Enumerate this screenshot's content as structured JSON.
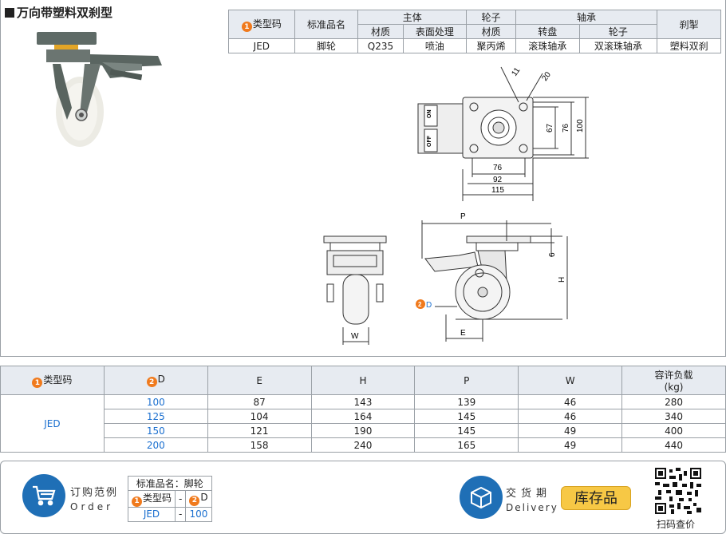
{
  "title": "万向带塑料双刹型",
  "spec_table": {
    "headers_row1": {
      "type_code": "类型码",
      "standard_name": "标准品名",
      "body": "主体",
      "wheel": "轮子",
      "bearing": "轴承",
      "brake": "刹掣"
    },
    "headers_row2": {
      "material": "材质",
      "surface": "表面处理",
      "wheel_material": "材质",
      "swivel": "转盘",
      "wheel_bearing": "轮子"
    },
    "row": {
      "type_code": "JED",
      "standard_name": "脚轮",
      "material": "Q235",
      "surface": "喷油",
      "wheel_material": "聚丙烯",
      "swivel": "滚珠轴承",
      "wheel_bearing": "双滚珠轴承",
      "brake": "塑料双刹"
    }
  },
  "marker1": "1",
  "marker2": "2",
  "drawing": {
    "top_dims": {
      "d11": "11",
      "d20": "20",
      "d67": "67",
      "d76v": "76",
      "d100": "100",
      "d76h": "76",
      "d92": "92",
      "d115": "115"
    },
    "side_labels": {
      "P": "P",
      "H": "H",
      "E": "E",
      "W": "W",
      "six": "6",
      "D": "D"
    },
    "brake_on": "ON",
    "brake_off": "OFF"
  },
  "dims_table": {
    "headers": {
      "type_code": "类型码",
      "D": "D",
      "E": "E",
      "H": "H",
      "P": "P",
      "W": "W",
      "load": "容许负载",
      "load_unit": "(kg)"
    },
    "type_code": "JED",
    "rows": [
      {
        "D": "100",
        "E": "87",
        "H": "143",
        "P": "139",
        "W": "46",
        "load": "280"
      },
      {
        "D": "125",
        "E": "104",
        "H": "164",
        "P": "145",
        "W": "46",
        "load": "340"
      },
      {
        "D": "150",
        "E": "121",
        "H": "190",
        "P": "145",
        "W": "49",
        "load": "400"
      },
      {
        "D": "200",
        "E": "158",
        "H": "240",
        "P": "165",
        "W": "49",
        "load": "440"
      }
    ]
  },
  "order": {
    "label": "订购范例",
    "label_en": "Order",
    "mini_title": "标准品名：脚轮",
    "mini_type": "类型码",
    "dash1": "-",
    "dash2": "-",
    "mini_D": "D",
    "mini_JED": "JED",
    "mini_100": "100"
  },
  "delivery": {
    "label": "交货期",
    "label_en": "Delivery",
    "stock": "库存品"
  },
  "scan_label": "扫码查价",
  "colors": {
    "accent_blue": "#1f6fb6",
    "marker_orange": "#f07a1d",
    "stock_yellow": "#f7c845",
    "header_bg": "#e7ebf1"
  }
}
